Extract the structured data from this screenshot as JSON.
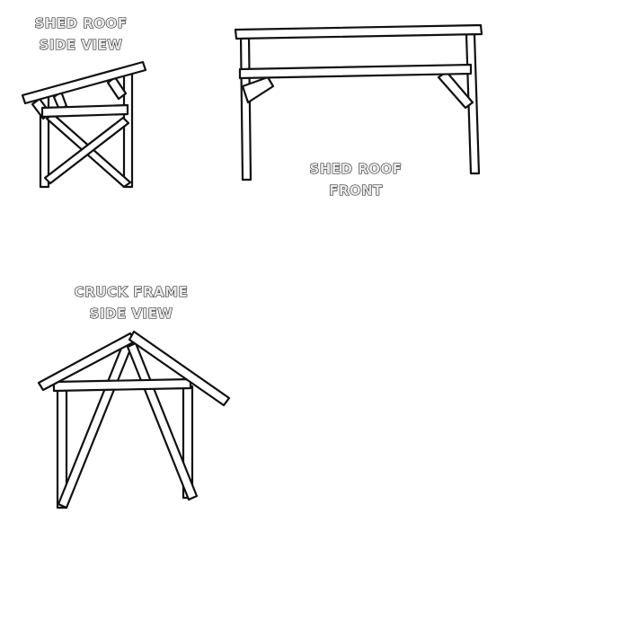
{
  "diagrams": [
    {
      "id": "shed-roof-side-view",
      "title_lines": [
        "SHED ROOF",
        "SIDE VIEW"
      ]
    },
    {
      "id": "shed-roof-front",
      "title_lines": [
        "SHED ROOF",
        "FRONT"
      ]
    },
    {
      "id": "cruck-frame-side-view",
      "title_lines": [
        "CRUCK FRAME",
        "SIDE VIEW"
      ]
    }
  ],
  "colors": {
    "background": "#ffffff",
    "outline": "#111111",
    "beam_fill": "#ffffff",
    "label_fill": "#e8e8e8"
  }
}
